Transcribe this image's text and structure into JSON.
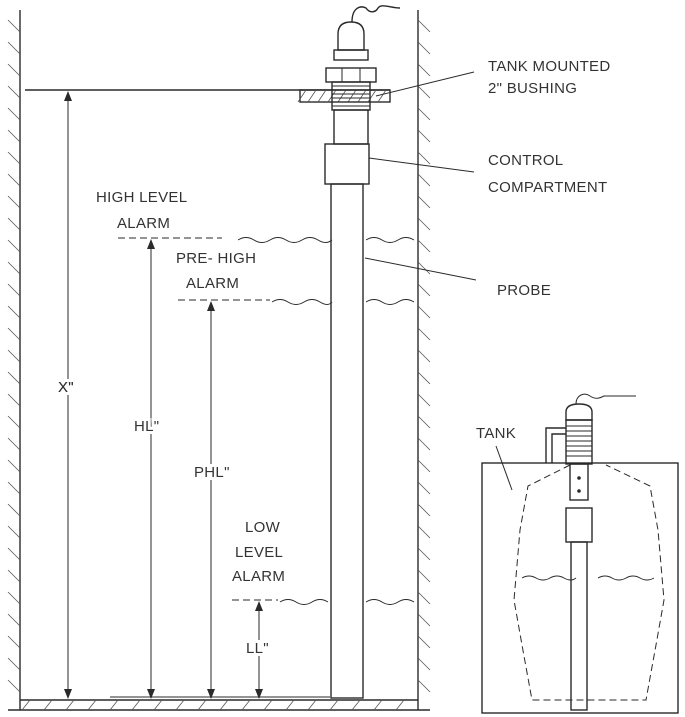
{
  "diagram": {
    "labels": {
      "bushing_line1": "TANK MOUNTED",
      "bushing_line2": "2\" BUSHING",
      "control_line1": "CONTROL",
      "control_line2": "COMPARTMENT",
      "probe": "PROBE",
      "high_line1": "HIGH LEVEL",
      "high_line2": "ALARM",
      "prehigh_line1": "PRE- HIGH",
      "prehigh_line2": "ALARM",
      "low_line1": "LOW",
      "low_line2": "LEVEL",
      "low_line3": "ALARM",
      "x_dim": "X\"",
      "hl_dim": "HL\"",
      "phl_dim": "PHL\"",
      "ll_dim": "LL\"",
      "tank": "TANK"
    }
  }
}
